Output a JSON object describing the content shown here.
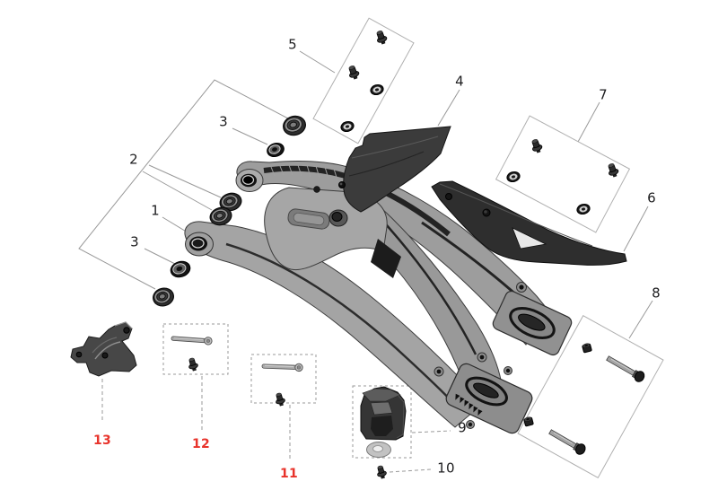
{
  "app": {
    "kind": "exploded-parts-diagram",
    "subject": "motorcycle swingarm assembly",
    "background": "#ffffff"
  },
  "callouts": [
    {
      "key": "c1",
      "label": "1",
      "variant": "black"
    },
    {
      "key": "c2",
      "label": "2",
      "variant": "black"
    },
    {
      "key": "c3a",
      "label": "3",
      "variant": "black"
    },
    {
      "key": "c3b",
      "label": "3",
      "variant": "black"
    },
    {
      "key": "c4",
      "label": "4",
      "variant": "black"
    },
    {
      "key": "c5",
      "label": "5",
      "variant": "black"
    },
    {
      "key": "c6",
      "label": "6",
      "variant": "black"
    },
    {
      "key": "c7",
      "label": "7",
      "variant": "black"
    },
    {
      "key": "c8",
      "label": "8",
      "variant": "black"
    },
    {
      "key": "c9",
      "label": "9",
      "variant": "black"
    },
    {
      "key": "c10",
      "label": "10",
      "variant": "black"
    },
    {
      "key": "c11",
      "label": "11",
      "variant": "red"
    },
    {
      "key": "c12",
      "label": "12",
      "variant": "red"
    },
    {
      "key": "c13",
      "label": "13",
      "variant": "red"
    }
  ],
  "colors": {
    "callout_black": "#1d1d1f",
    "callout_red": "#e8332b",
    "leader_line": "#999999",
    "group_box_border": "#b0b0b0",
    "dashed_box_border": "#9a9a9a",
    "metal_light": "#a6a6a6",
    "metal_mid": "#8f8f8f",
    "metal_outline": "#3c3c3c",
    "dark_plastic": "#333333"
  }
}
